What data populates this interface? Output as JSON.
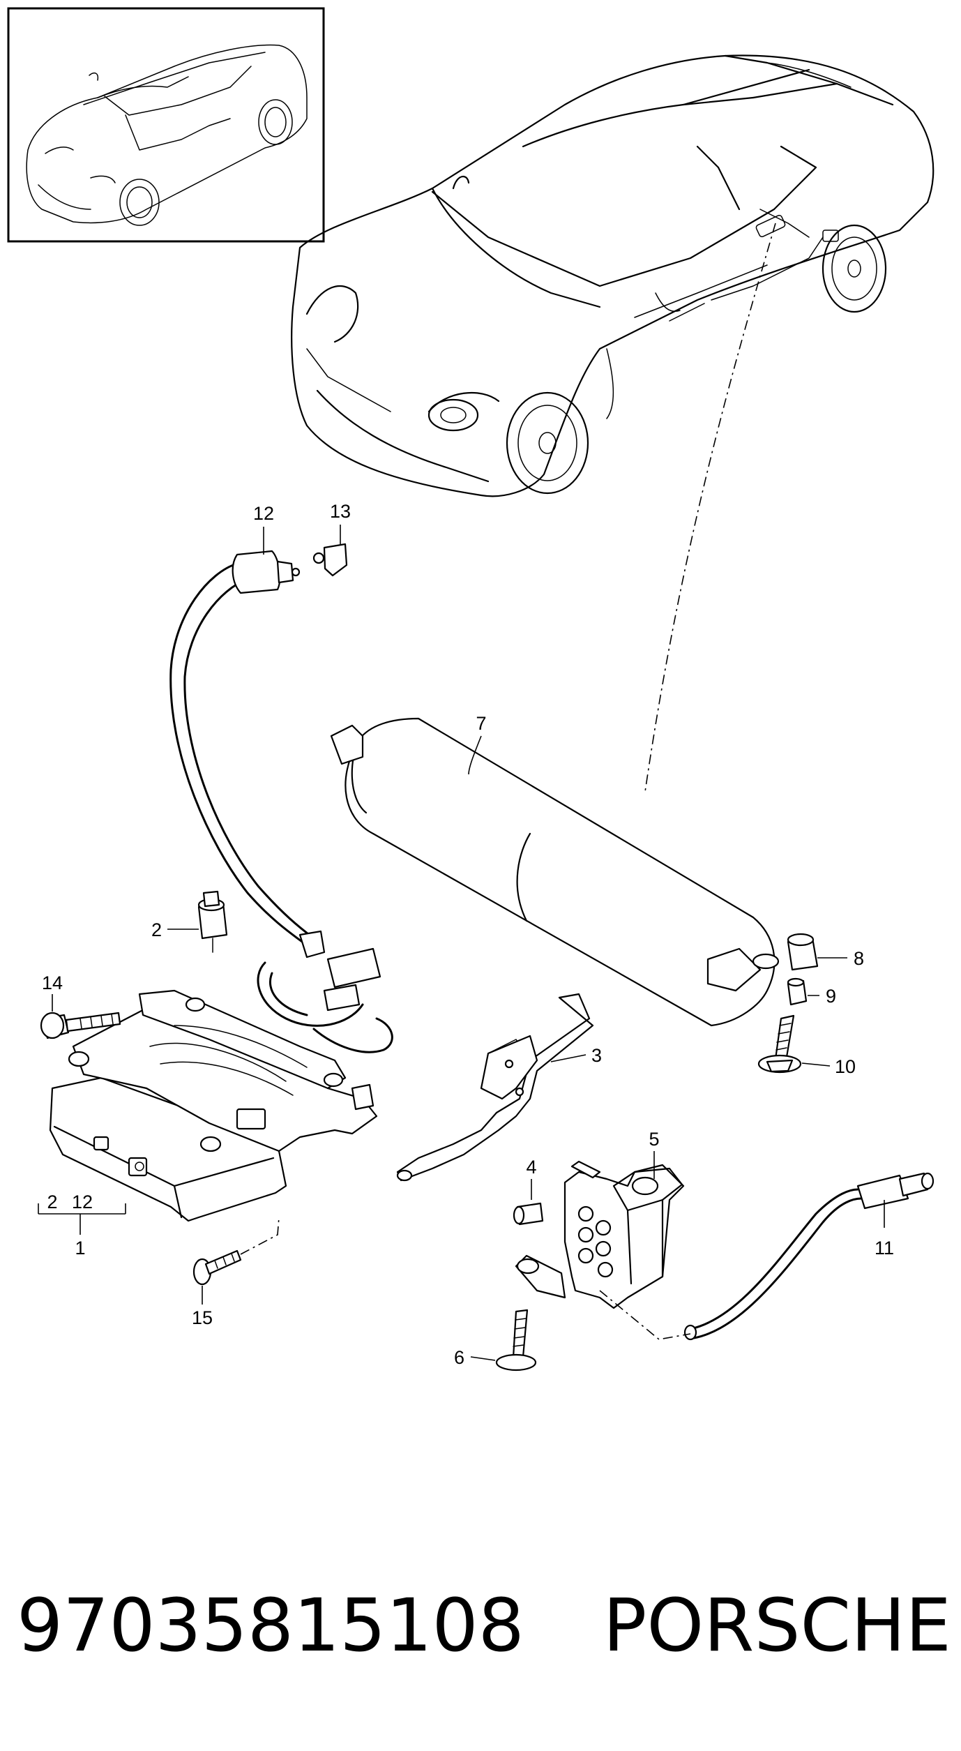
{
  "footer": {
    "part_number": "97035815108",
    "brand": "PORSCHE"
  },
  "callouts": {
    "c1": "1",
    "c2": "2",
    "c2_group": "2",
    "c12_group": "12",
    "c3": "3",
    "c4": "4",
    "c5": "5",
    "c6": "6",
    "c7": "7",
    "c8": "8",
    "c9": "9",
    "c10": "10",
    "c11": "11",
    "c12": "12",
    "c13": "13",
    "c14": "14",
    "c15": "15"
  }
}
